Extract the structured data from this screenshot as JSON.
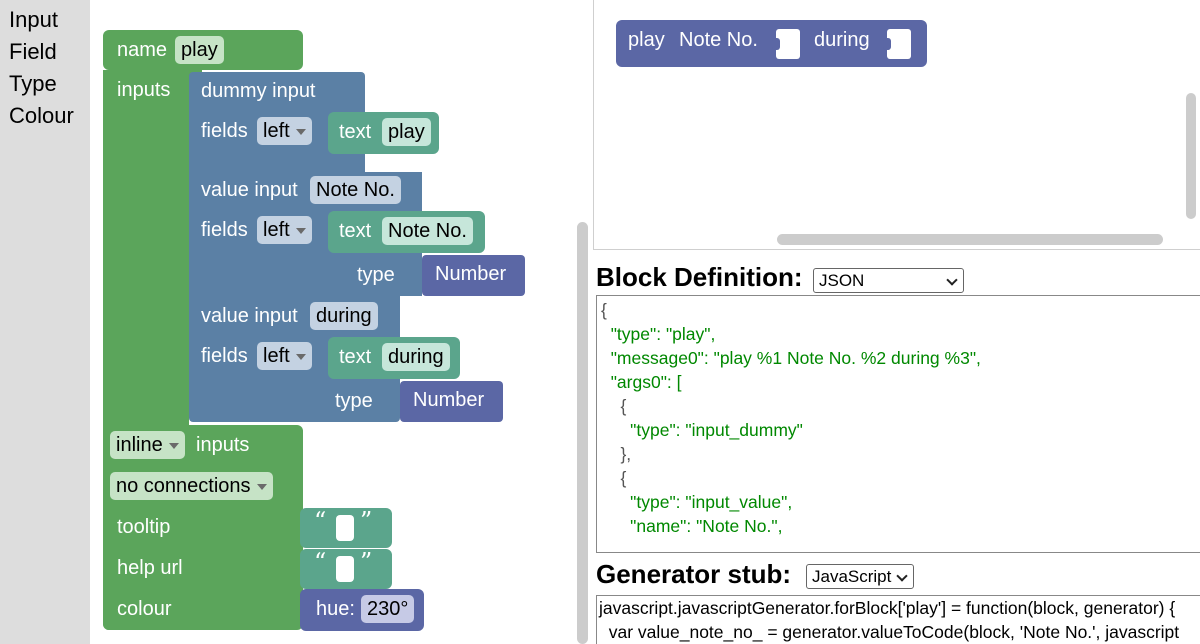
{
  "toolbox": {
    "items": [
      "Input",
      "Field",
      "Type",
      "Colour"
    ]
  },
  "factory": {
    "name_label": "name",
    "name_value": "play",
    "inputs_label": "inputs",
    "dummy_input_label": "dummy input",
    "fields_label": "fields",
    "align_left": "left",
    "text_label": "text",
    "text1_value": "play",
    "value_input_label": "value input",
    "value_input1_name": "Note No.",
    "text2_value": "Note No.",
    "type_label": "type",
    "type1_value": "Number",
    "value_input2_name": "during",
    "text3_value": "during",
    "type2_value": "Number",
    "inline_value": "inline",
    "inputs_suffix": "inputs",
    "connections_value": "no connections",
    "tooltip_label": "tooltip",
    "helpurl_label": "help url",
    "colour_label": "colour",
    "hue_label": "hue:",
    "hue_value": "230°",
    "open_quote": "“",
    "close_quote": "”"
  },
  "preview": {
    "play": "play",
    "note_no": "Note No.",
    "during": "during",
    "color": "#5b67a5"
  },
  "definition": {
    "title": "Block Definition:",
    "format_selected": "JSON",
    "code_lines": [
      "{",
      "  \"type\": \"play\",",
      "  \"message0\": \"play %1 Note No. %2 during %3\",",
      "  \"args0\": [",
      "    {",
      "      \"type\": \"input_dummy\"",
      "    },",
      "    {",
      "      \"type\": \"input_value\",",
      "      \"name\": \"Note No.\","
    ]
  },
  "generator": {
    "title": "Generator stub:",
    "language_selected": "JavaScript",
    "code_lines": [
      "javascript.javascriptGenerator.forBlock['play'] = function(block, generator) {",
      "  var value_note_no_ = generator.valueToCode(block, 'Note No.', javascript"
    ]
  }
}
